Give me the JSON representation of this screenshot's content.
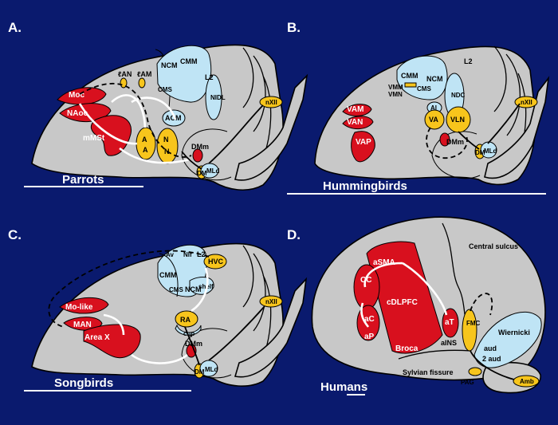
{
  "panels": {
    "a": {
      "letter": "A.",
      "title": "Parrots",
      "labels": [
        "Moc",
        "NAoc",
        "mMSt",
        "ℓAN",
        "ℓAM",
        "NCM",
        "CMM",
        "CMS",
        "L2",
        "NIDL",
        "ACM",
        "A",
        "A",
        "N",
        "N",
        "DMm",
        "DM",
        "MLd",
        "nXII"
      ]
    },
    "b": {
      "letter": "B.",
      "title": "Hummingbirds",
      "labels": [
        "VAM",
        "VAN",
        "VAP",
        "CMM",
        "NCM",
        "L2",
        "VMM",
        "VMN",
        "CMS",
        "NDC",
        "AI",
        "VA",
        "VLN",
        "DMm",
        "DM",
        "MLd",
        "nXII"
      ]
    },
    "c": {
      "letter": "C.",
      "title": "Songbirds",
      "labels": [
        "Av",
        "Nlf",
        "L2",
        "HVC",
        "CMM",
        "CMS",
        "NCM",
        "shelf",
        "Mo-like",
        "MAN",
        "Area X",
        "RA",
        "cup",
        "DMm",
        "DM",
        "MLd",
        "nXII"
      ]
    },
    "d": {
      "letter": "D.",
      "title": "Humans",
      "labels": [
        "aSMA",
        "CC",
        "cDLPFC",
        "aC",
        "aP",
        "aT",
        "FMC",
        "aINS",
        "Broca",
        "Central sulcus",
        "aud",
        "2 aud",
        "Wiernicki",
        "Sylvian fissure",
        "PAG",
        "Amb"
      ]
    }
  },
  "colors": {
    "background": "#0a1a6e",
    "vocal_nuclei": "#d8101e",
    "auditory": "#bfe4f5",
    "motor": "#f7c51c",
    "brain": "#c8c8c8"
  }
}
